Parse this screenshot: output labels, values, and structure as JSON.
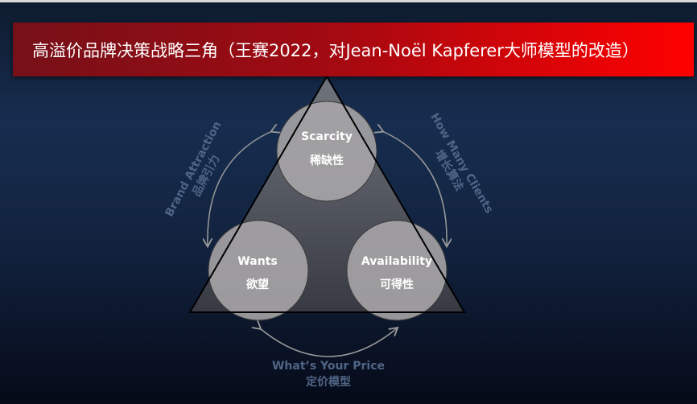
{
  "title": "高溢价品牌决策战略三角（王赛2022，对Jean-Noël Kapferer大师模型的改造）",
  "nodes": {
    "top": {
      "en": "Scarcity",
      "zh": "稀缺性"
    },
    "left": {
      "en": "Wants",
      "zh": "欲望"
    },
    "right": {
      "en": "Availability",
      "zh": "可得性"
    }
  },
  "edges": {
    "left": {
      "en": "Brand Attraction",
      "zh": "品牌引力"
    },
    "right": {
      "en": "How Many Clients",
      "zh": "增长算法"
    },
    "bottom": {
      "en": "What’s Your Price",
      "zh": "定价模型"
    }
  }
}
